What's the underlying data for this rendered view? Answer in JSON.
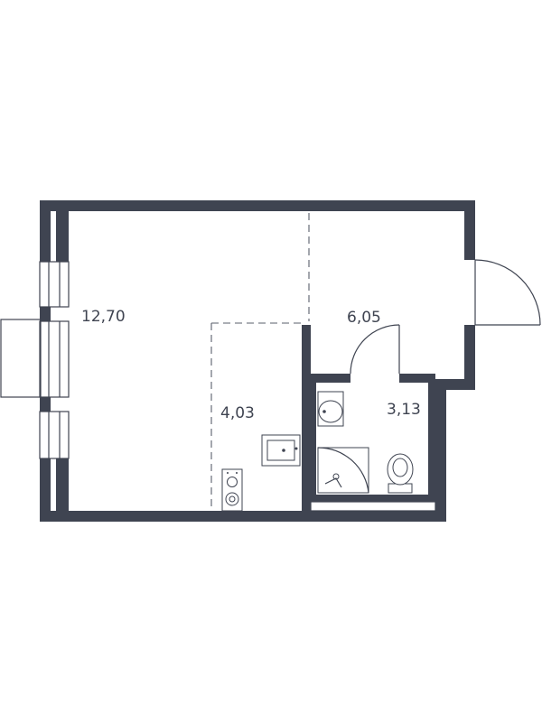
{
  "rooms": [
    {
      "id": "living",
      "area": "12,70"
    },
    {
      "id": "kitchen",
      "area": "4,03"
    },
    {
      "id": "hall",
      "area": "6,05"
    },
    {
      "id": "bathroom",
      "area": "3,13"
    }
  ]
}
